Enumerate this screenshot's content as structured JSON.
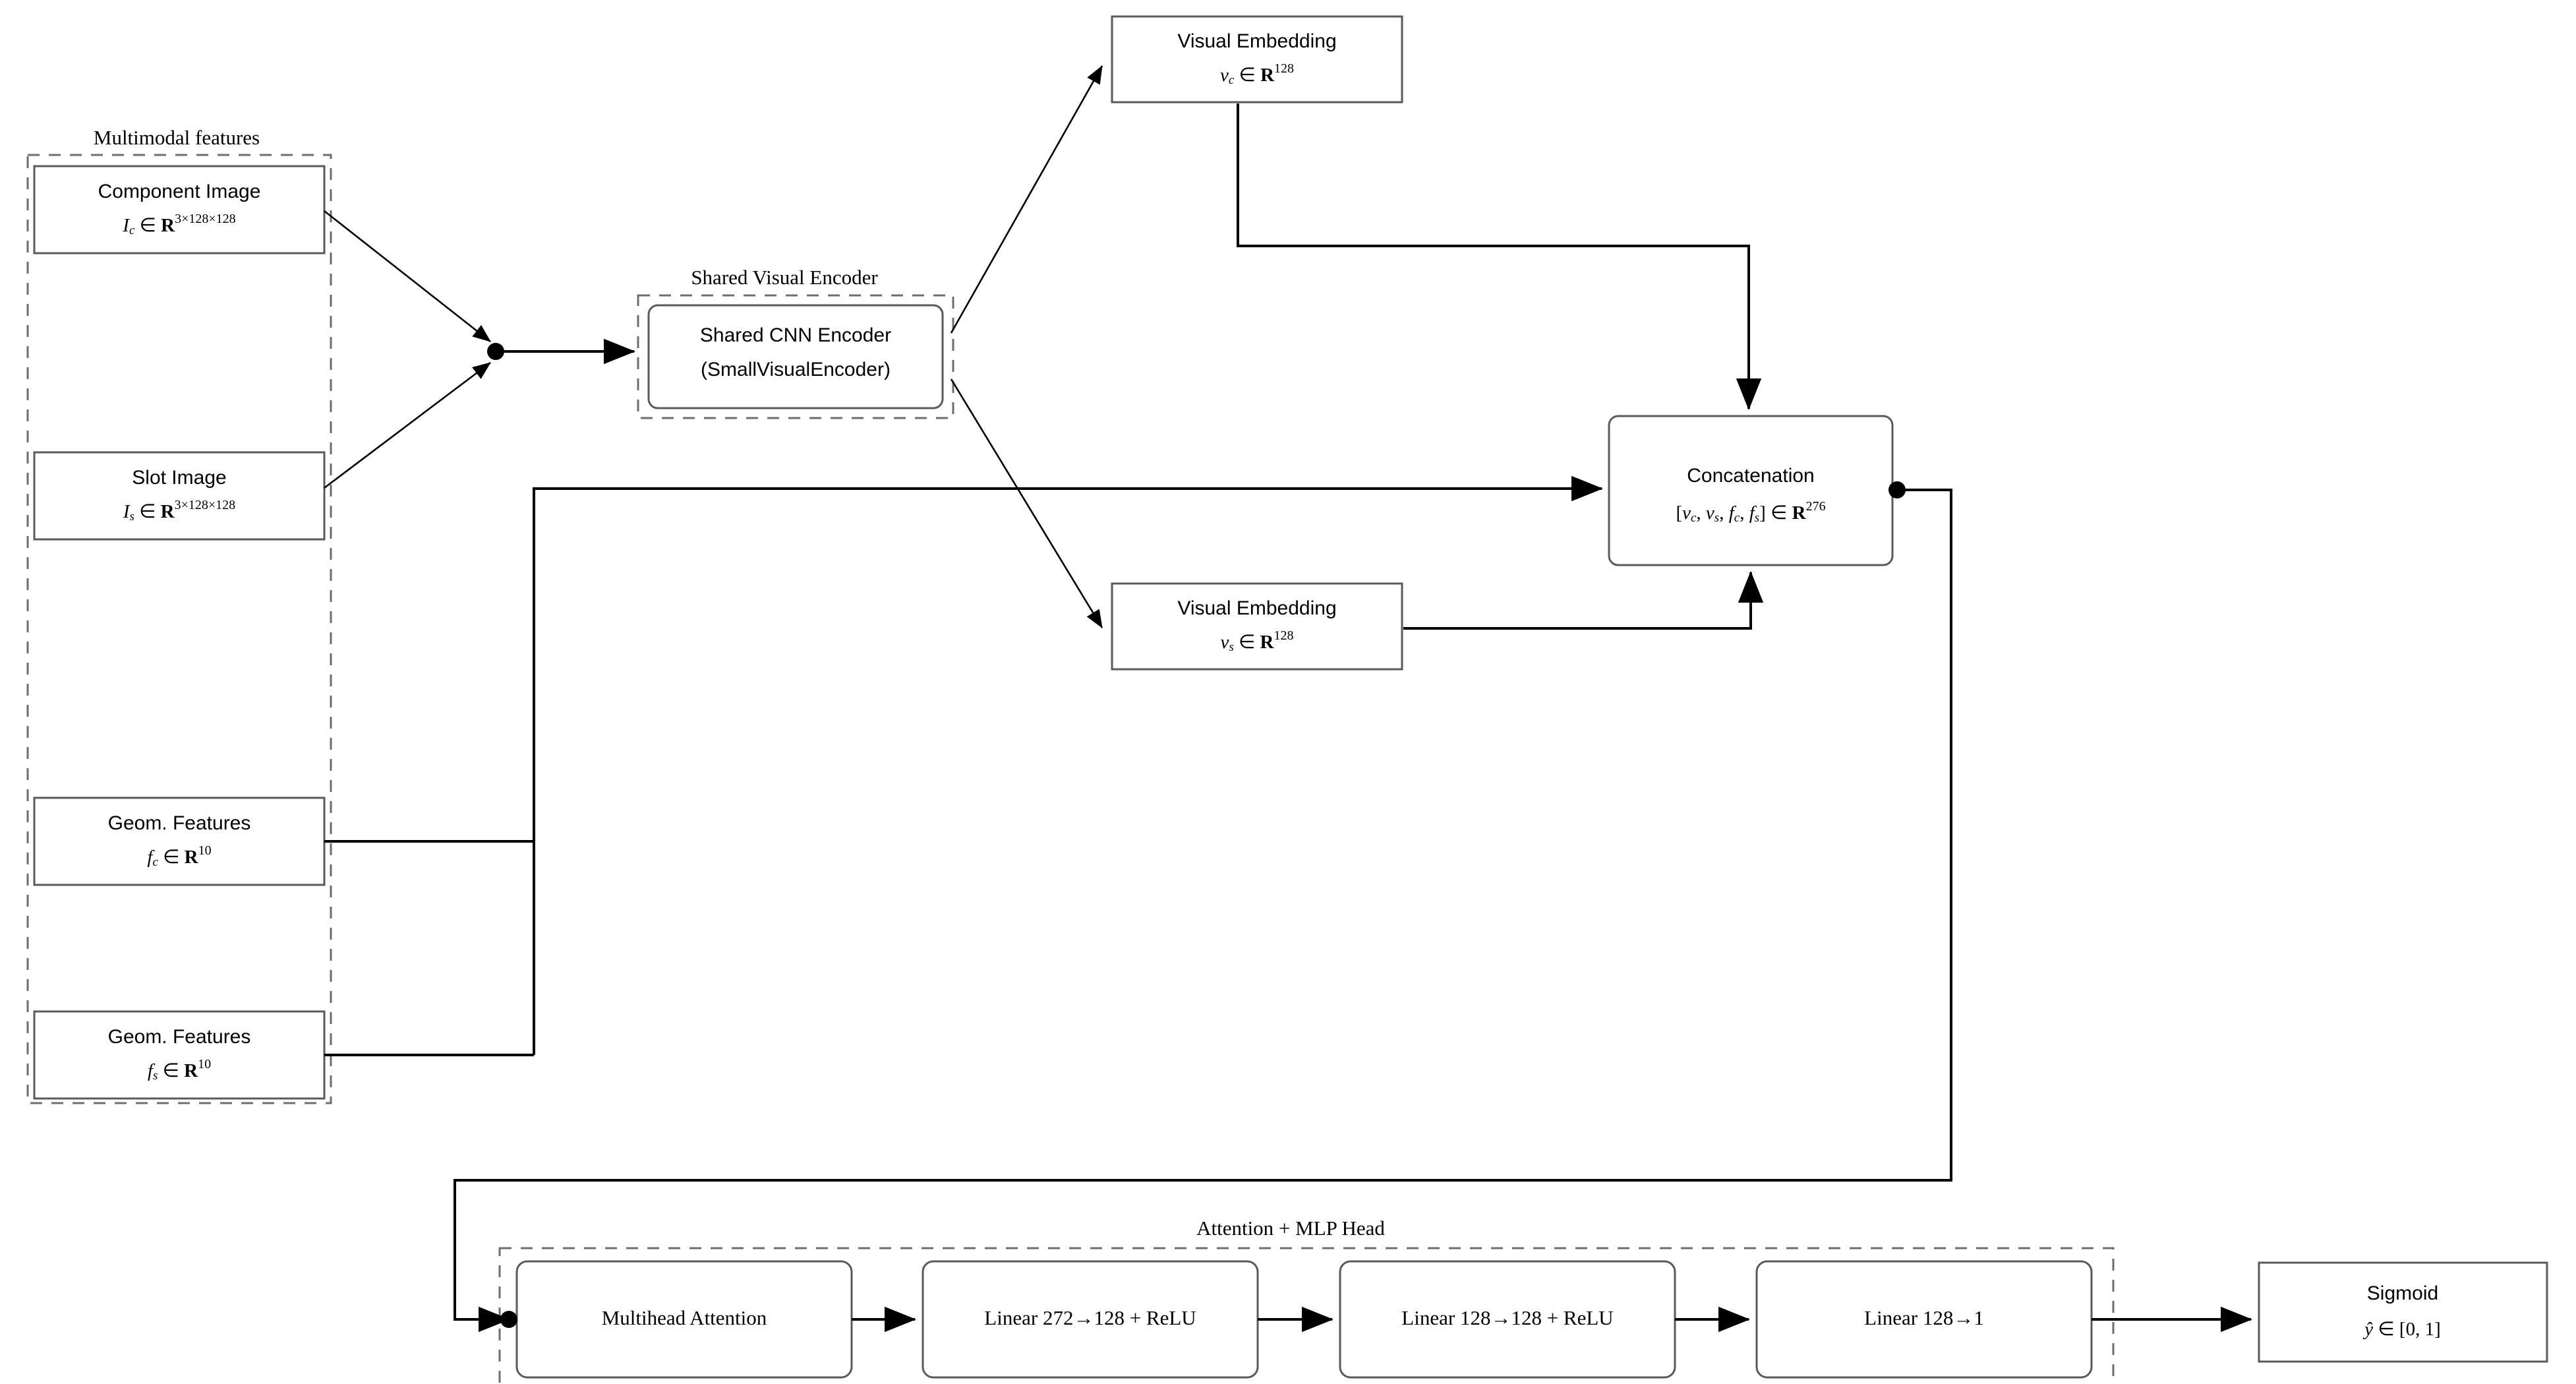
{
  "diagram": {
    "title": "Multimodal component-slot compatibility network",
    "background_color": "#ffffff",
    "node_stroke_color": "#5a5a5a",
    "group_stroke_color": "#6e6e6e",
    "edge_color": "#000000"
  },
  "groups": {
    "multimodal_features": {
      "label": "Multimodal features"
    },
    "shared_visual_encoder": {
      "label": "Shared Visual Encoder"
    },
    "attention_mlp_head": {
      "label": "Attention + MLP Head"
    }
  },
  "nodes": {
    "component_image": {
      "line1": "Component Image",
      "var": "I",
      "sub": "c",
      "in": "∈",
      "set": "R",
      "sup": "3×128×128"
    },
    "slot_image": {
      "line1": "Slot Image",
      "var": "I",
      "sub": "s",
      "in": "∈",
      "set": "R",
      "sup": "3×128×128"
    },
    "geom_features_c": {
      "line1": "Geom. Features",
      "var": "f",
      "sub": "c",
      "in": "∈",
      "set": "R",
      "sup": "10"
    },
    "geom_features_s": {
      "line1": "Geom. Features",
      "var": "f",
      "sub": "s",
      "in": "∈",
      "set": "R",
      "sup": "10"
    },
    "shared_cnn_encoder": {
      "line1": "Shared CNN Encoder",
      "line2": "(SmallVisualEncoder)"
    },
    "visual_embedding_c": {
      "line1": "Visual Embedding",
      "var": "v",
      "sub": "c",
      "in": "∈",
      "set": "R",
      "sup": "128"
    },
    "visual_embedding_s": {
      "line1": "Visual Embedding",
      "var": "v",
      "sub": "s",
      "in": "∈",
      "set": "R",
      "sup": "128"
    },
    "concatenation": {
      "line1": "Concatenation",
      "expr_open": "[",
      "expr_v1": "v",
      "expr_v1_sub": "c",
      "expr_v2": "v",
      "expr_v2_sub": "s",
      "expr_f1": "f",
      "expr_f1_sub": "c",
      "expr_f2": "f",
      "expr_f2_sub": "s",
      "expr_close": "]",
      "in": "∈",
      "set": "R",
      "sup": "276"
    },
    "multihead_attention": {
      "label": "Multihead Attention"
    },
    "linear_1": {
      "label": "Linear 272→128 + ReLU"
    },
    "linear_2": {
      "label": "Linear 128→128 + ReLU"
    },
    "linear_3": {
      "label": "Linear 128→1"
    },
    "sigmoid": {
      "line1": "Sigmoid",
      "var": "ŷ",
      "in": "∈",
      "range": "[0, 1]"
    }
  },
  "edges": [
    {
      "name": "component-image-to-merge"
    },
    {
      "name": "slot-image-to-merge"
    },
    {
      "name": "merge-to-shared-cnn-encoder"
    },
    {
      "name": "encoder-to-visual-embedding-c"
    },
    {
      "name": "encoder-to-visual-embedding-s"
    },
    {
      "name": "visual-embedding-c-to-concatenation"
    },
    {
      "name": "visual-embedding-s-to-concatenation"
    },
    {
      "name": "geom-features-c-to-concatenation"
    },
    {
      "name": "geom-features-s-to-concatenation"
    },
    {
      "name": "concatenation-to-multihead-attention"
    },
    {
      "name": "multihead-attention-to-linear-1"
    },
    {
      "name": "linear-1-to-linear-2"
    },
    {
      "name": "linear-2-to-linear-3"
    },
    {
      "name": "linear-3-to-sigmoid"
    }
  ]
}
